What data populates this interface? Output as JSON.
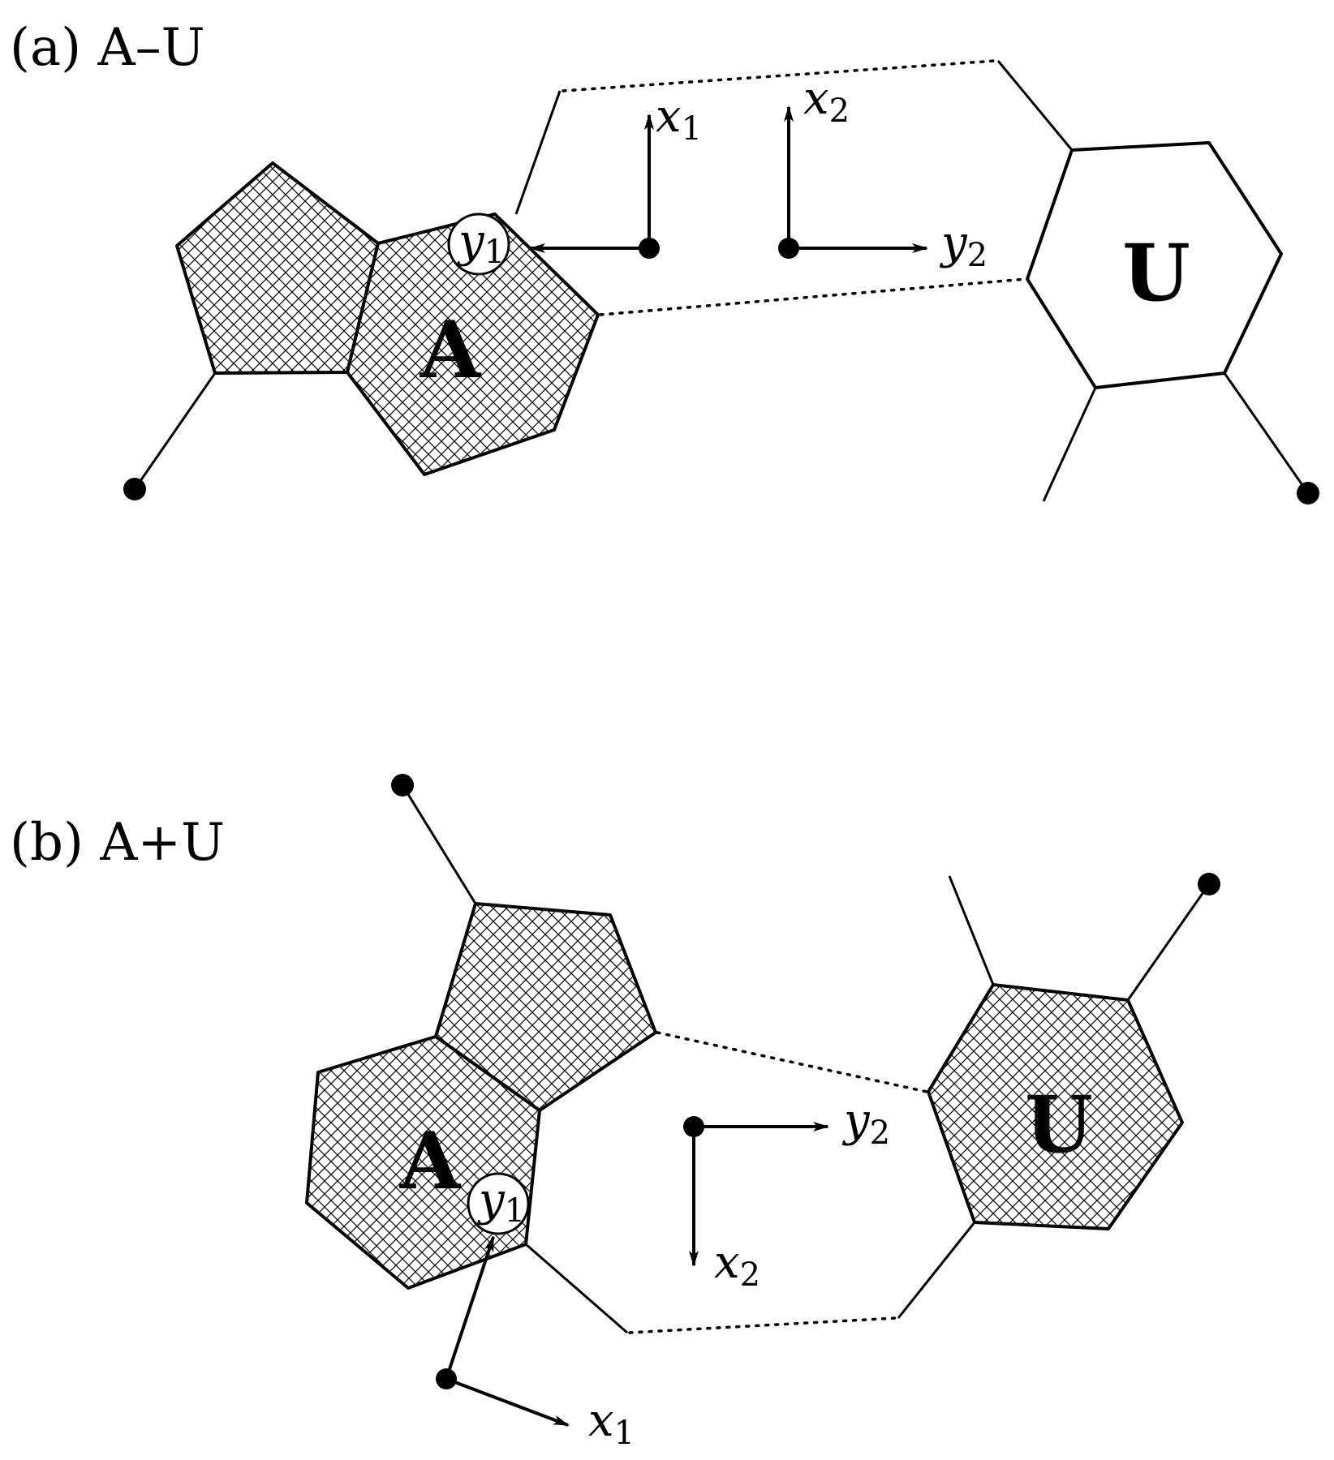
{
  "panels": {
    "a": {
      "label": "(a) A–U",
      "base_left": "A",
      "base_right": "U",
      "axes": {
        "x1": "x",
        "x1_sub": "1",
        "y1": "y",
        "y1_sub": "1",
        "x2": "x",
        "x2_sub": "2",
        "y2": "y",
        "y2_sub": "2"
      }
    },
    "b": {
      "label": "(b) A+U",
      "base_left": "A",
      "base_right": "U",
      "axes": {
        "x1": "x",
        "x1_sub": "1",
        "y1": "y",
        "y1_sub": "1",
        "x2": "x",
        "x2_sub": "2",
        "y2": "y",
        "y2_sub": "2"
      }
    }
  },
  "colors": {
    "ink": "#000000",
    "background": "#ffffff"
  }
}
